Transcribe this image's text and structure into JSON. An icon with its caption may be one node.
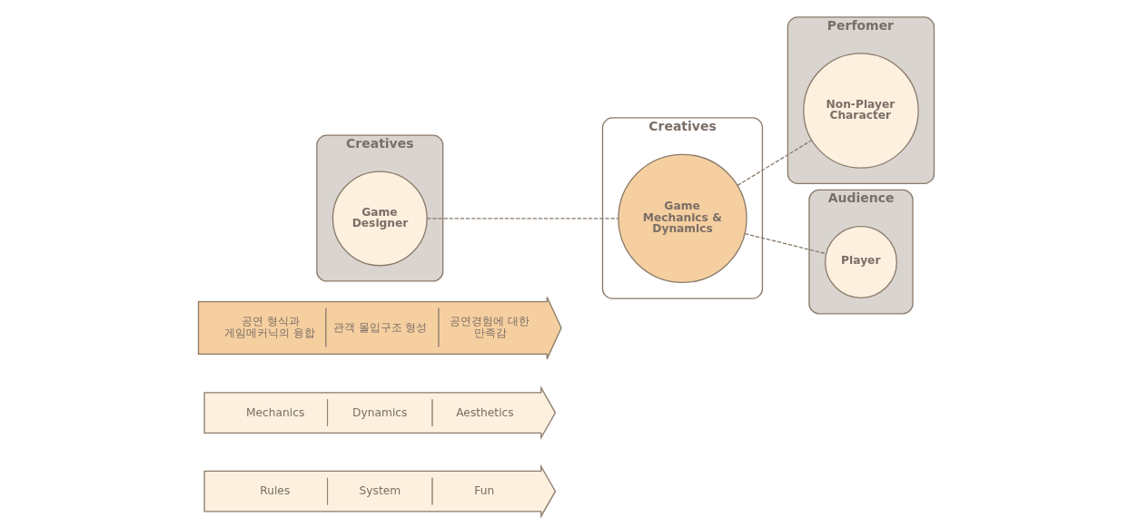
{
  "diagram": {
    "nodes": [
      {
        "text": [
          "Rules",
          "System",
          "Fun"
        ]
      },
      {
        "text": [
          "Mechanics",
          "Dynamics",
          "Aesthetics"
        ]
      },
      {
        "text": [
          "공연 형식과 게임메커닉의 융합",
          "관객 몰입구조 형성",
          "공연경험에 대한 만족감"
        ]
      },
      {
        "text": [
          "Creatives"
        ]
      },
      {
        "text": [
          "Game Mechanics & Dynamics"
        ],
        "in": 3
      },
      {
        "text": [
          "Perfomer"
        ]
      },
      {
        "text": [
          "Non-Player Character"
        ],
        "in": 5
      },
      {
        "text": [
          "Creatives"
        ]
      },
      {
        "text": [
          "Game Designer"
        ],
        "in": 7
      },
      {
        "text": [
          "Audience"
        ]
      },
      {
        "text": [
          "Player"
        ],
        "in": 9
      }
    ],
    "edges": [
      {
        "from": 8,
        "to": 4,
        "arrow": "none",
        "style": "dashed"
      },
      {
        "from": 4,
        "to": 6,
        "arrow": "none",
        "style": "dashed"
      },
      {
        "from": 4,
        "to": 10,
        "arrow": "none",
        "style": "dashed"
      }
    ]
  }
}
